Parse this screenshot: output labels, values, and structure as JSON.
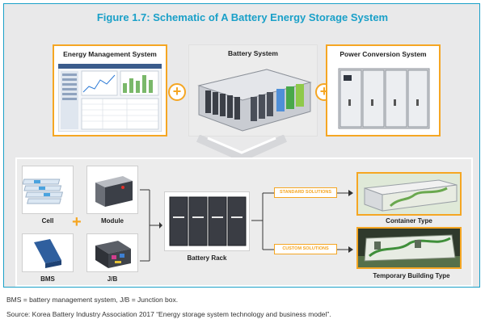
{
  "title": "Figure 1.7: Schematic of A Battery Energy Storage System",
  "top": {
    "ems_label": "Energy Management System",
    "battery_system_label": "Battery System",
    "pcs_label": "Power Conversion System"
  },
  "bottom": {
    "cell_label": "Cell",
    "module_label": "Module",
    "bms_label": "BMS",
    "jb_label": "J/B",
    "rack_label": "Battery Rack",
    "standard_solutions": "STANDARD SOLUTIONS",
    "custom_solutions": "CUSTOM SOLUTIONS",
    "container_label": "Container Type",
    "temporary_label": "Temporary Building Type"
  },
  "footnotes": {
    "abbrev": "BMS = battery management system, J/B = Junction box.",
    "source": "Source: Korea Battery Industry Association 2017 “Energy storage system technology and business model”."
  },
  "colors": {
    "accent_blue": "#1aa0c8",
    "accent_orange": "#f5a623"
  }
}
